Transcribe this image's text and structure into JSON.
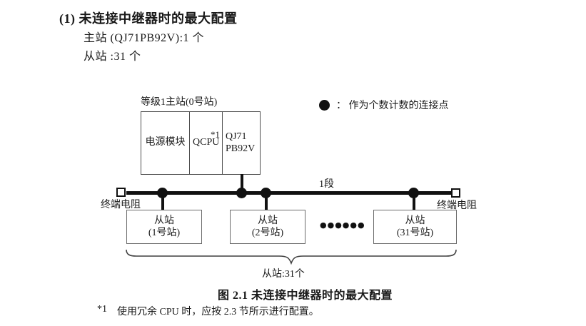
{
  "header": {
    "heading": "(1) 未连接中继器时的最大配置",
    "master_count": "主站 (QJ71PB92V):1 个",
    "slave_count": "从站 :31 个"
  },
  "diagram": {
    "master_station": {
      "label": "等级1主站(0号站)",
      "modules": [
        {
          "name": "电源模块"
        },
        {
          "name": "QCPU",
          "note": "*1"
        },
        {
          "name": "QJ71",
          "name2": "PB92V"
        }
      ]
    },
    "legend": {
      "symbol_name": "counted-connection-point",
      "text": "：  作为个数计数的连接点"
    },
    "bus": {
      "segment_label": "1段",
      "terminator_left_label": "终端电阻",
      "terminator_right_label": "终端电阻"
    },
    "slaves": [
      {
        "line1": "从站",
        "line2": "(1号站)"
      },
      {
        "line1": "从站",
        "line2": "(2号站)"
      },
      {
        "line1": "从站",
        "line2": "(31号站)"
      }
    ],
    "ellipsis": "●●●●●●",
    "brace_label": "从站:31个"
  },
  "caption": "图 2.1 未连接中继器时的最大配置",
  "footnote": {
    "marker": "*1",
    "text": "使用冗余 CPU 时，应按 2.3 节所示进行配置。"
  },
  "colors": {
    "line": "#111111",
    "box_border": "#4f4f4f",
    "text": "#1a1a1a",
    "background": "#ffffff"
  }
}
